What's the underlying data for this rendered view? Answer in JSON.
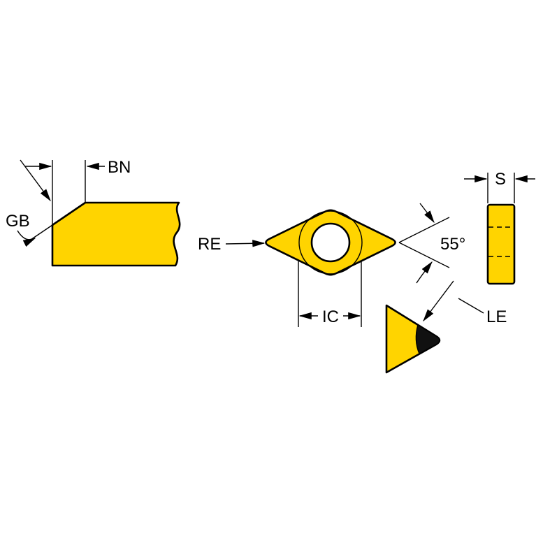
{
  "page": {
    "background": "#ffffff"
  },
  "colors": {
    "insert": "#ffd400",
    "outline": "#000000",
    "tip_black": "#111111",
    "hole": "#ffffff"
  },
  "labels": {
    "bn": "BN",
    "gb": "GB",
    "re": "RE",
    "angle": "55°",
    "ic": "IC",
    "s": "S",
    "le": "LE"
  }
}
